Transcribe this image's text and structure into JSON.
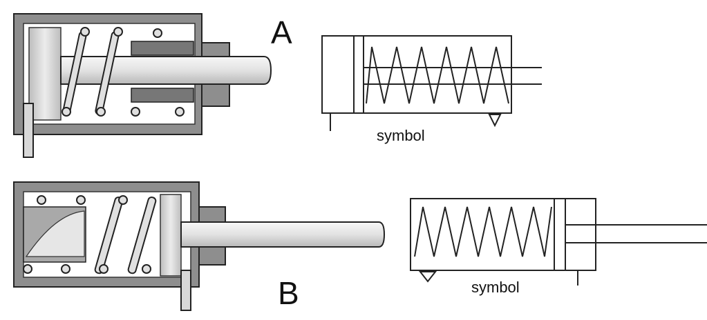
{
  "labels": {
    "a": "A",
    "b": "B",
    "symbol_a": "symbol",
    "symbol_b": "symbol"
  },
  "colors": {
    "housing": "#8e8e8e",
    "housing_dark": "#6b6b6b",
    "rod": "#e7e7e7",
    "outline": "#111111",
    "background": "#ffffff"
  }
}
